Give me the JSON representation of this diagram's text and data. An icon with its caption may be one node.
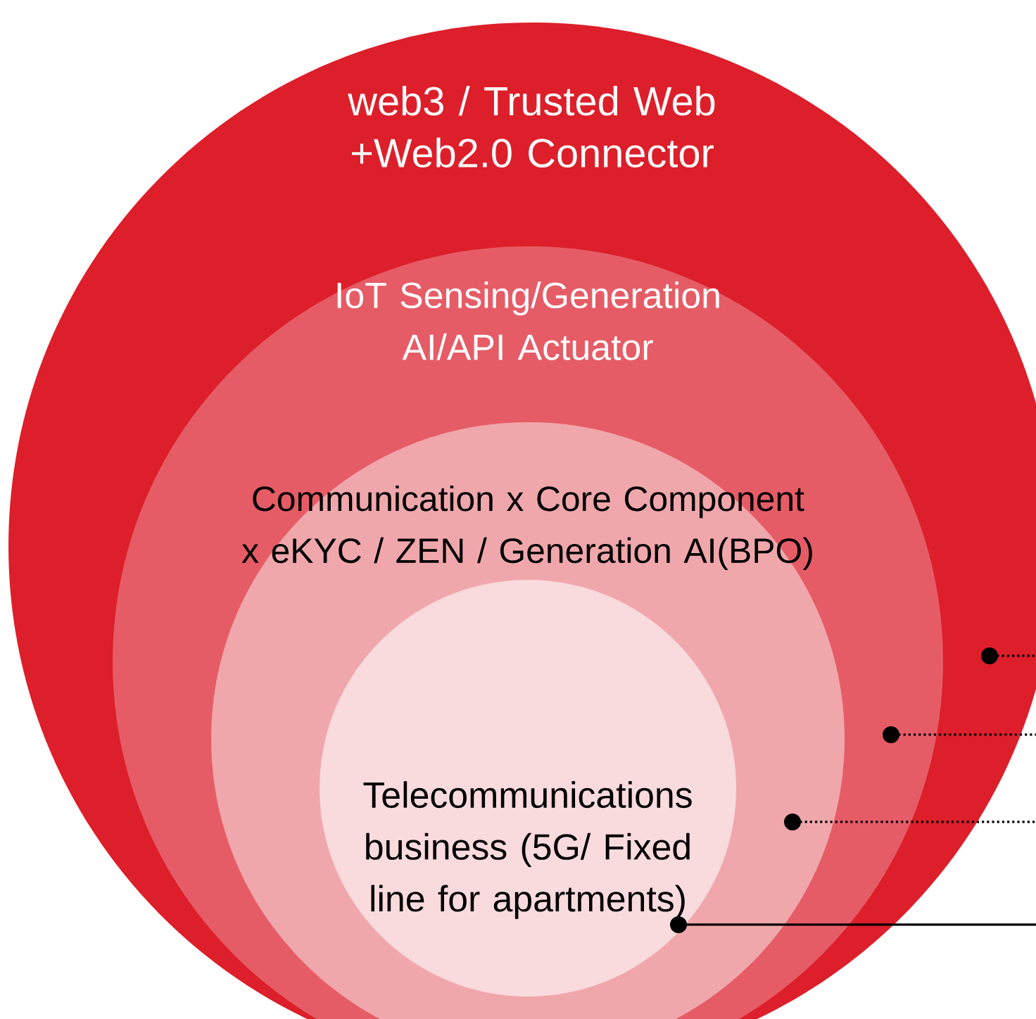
{
  "diagram": {
    "nodes": [
      {
        "text": [
          "web3 / Trusted Web +Web2.0 Connector"
        ]
      },
      {
        "text": [
          "IoT Sensing/Generation AI/API Actuator"
        ],
        "in": 0
      },
      {
        "text": [
          "Communication x Core Component x eKYC / ZEN / Generation AI(BPO)"
        ],
        "in": 1
      },
      {
        "text": [
          "Telecommunications business (5G/ Fixed line for apartments)"
        ],
        "in": 2
      }
    ],
    "edges": [
      {
        "from": 0,
        "to": null,
        "arrow": "other",
        "style": "dashed"
      },
      {
        "from": 1,
        "to": null,
        "arrow": "other",
        "style": "dashed"
      },
      {
        "from": 2,
        "to": null,
        "arrow": "other",
        "style": "dashed"
      },
      {
        "from": 3,
        "to": null,
        "arrow": "other"
      }
    ]
  }
}
